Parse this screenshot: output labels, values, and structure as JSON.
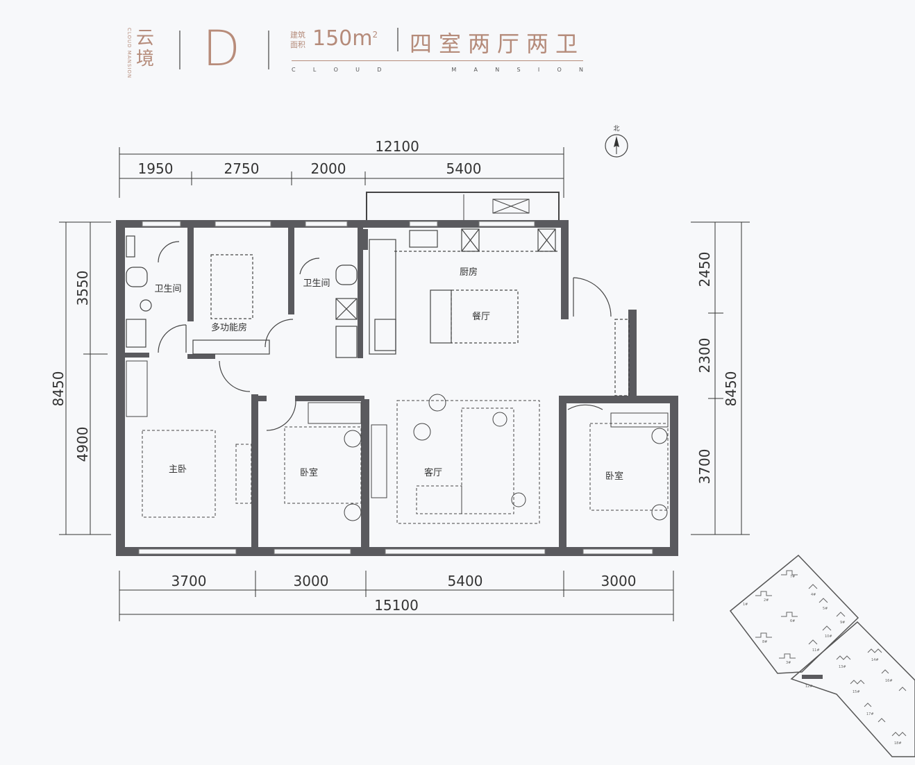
{
  "header": {
    "brand_en": "CLOUD MANSION",
    "brand_cn": "云境",
    "unit": "D",
    "area_label": "建筑面积",
    "area_value": "150m",
    "area_unit_sup": "2",
    "type": "四室两厅两卫",
    "subtitle_en": [
      "C",
      "L",
      "O",
      "U",
      "D",
      "M",
      "A",
      "N",
      "S",
      "I",
      "O",
      "N"
    ]
  },
  "compass": {
    "label": "北"
  },
  "dimensions": {
    "top_total": "12100",
    "top": [
      "1950",
      "2750",
      "2000",
      "5400"
    ],
    "bottom": [
      "3700",
      "3000",
      "5400",
      "3000"
    ],
    "bottom_total": "15100",
    "left": [
      "3550",
      "4900"
    ],
    "left_total": "8450",
    "right": [
      "2450",
      "2300",
      "3700"
    ],
    "right_total": "8450"
  },
  "rooms": {
    "bath1": "卫生间",
    "bath2": "卫生间",
    "study": "多功能房",
    "kitchen": "厨房",
    "dining": "餐厅",
    "living": "客厅",
    "master": "主卧",
    "bed1": "卧室",
    "bed2": "卧室"
  },
  "site_plan": {
    "labels": [
      "7#",
      "1#",
      "2#",
      "6#",
      "8#",
      "3#",
      "4#",
      "5#",
      "9#",
      "10#",
      "11#",
      "12#",
      "13#",
      "14#",
      "15#",
      "16#",
      "17#",
      "18#"
    ]
  },
  "colors": {
    "wall": "#5a5a5e",
    "accent": "#b58b7a",
    "line": "#333333"
  }
}
